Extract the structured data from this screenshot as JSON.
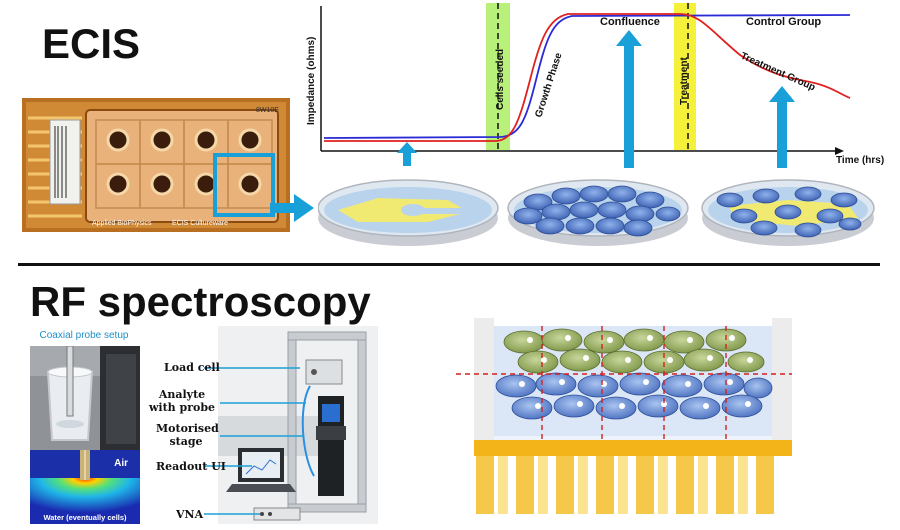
{
  "sections": {
    "ecis": {
      "title": "ECIS"
    },
    "rf": {
      "title": "RF spectroscopy"
    }
  },
  "ecis_plate": {
    "brand_left": "Applied BioPhysics",
    "brand_right": "ECIS Cultureware",
    "code": "8W10E"
  },
  "impedance_chart": {
    "ylabel": "Impedance (ohms)",
    "xlabel": "Time (hrs)",
    "annotations": {
      "cells_seeded": "Cells seeded",
      "growth_phase": "Growth Phase",
      "confluence": "Confluence",
      "treatment": "Treatment",
      "control_group": "Control Group",
      "treatment_group": "Treatment Group"
    },
    "colors": {
      "control": "#2b2bd6",
      "treatment": "#e02020",
      "cells_band": "#b8f07a",
      "treatment_band": "#f5f03a"
    }
  },
  "coax": {
    "title": "Coaxial probe setup",
    "air_label": "Air",
    "water_label": "Water (eventually cells)"
  },
  "rig": {
    "labels": [
      "Load cell",
      "Analyte with probe",
      "Motorised stage",
      "Readout UI",
      "VNA"
    ]
  },
  "colors": {
    "accent": "#1aa0d8",
    "cell_blue": "#5b82c9",
    "cell_green": "#8fa85a",
    "gold": "#f2b418"
  }
}
